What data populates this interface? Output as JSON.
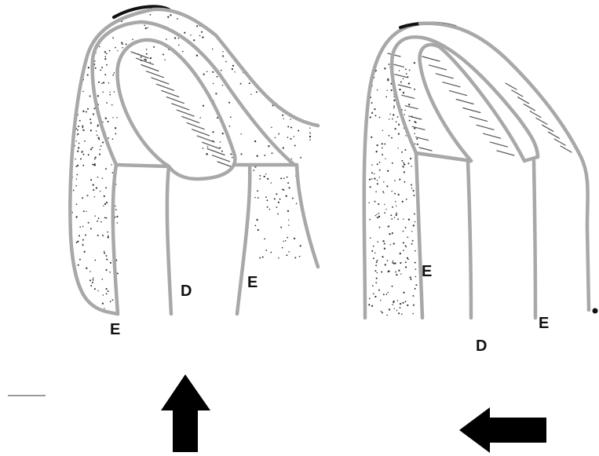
{
  "figure": {
    "left_panel": {
      "labels": {
        "enamel_left": "E",
        "dentin": "D",
        "enamel_right": "E"
      }
    },
    "right_panel": {
      "labels": {
        "enamel_left": "E",
        "dentin": "D",
        "enamel_right": "E"
      }
    },
    "arrows": {
      "left": {
        "direction": "up",
        "color": "#000000"
      },
      "right": {
        "direction": "left",
        "color": "#000000"
      }
    },
    "colors": {
      "outline": "#a8a8a8",
      "stipple": "#333333",
      "hatch": "#555555",
      "background": "#ffffff"
    }
  }
}
